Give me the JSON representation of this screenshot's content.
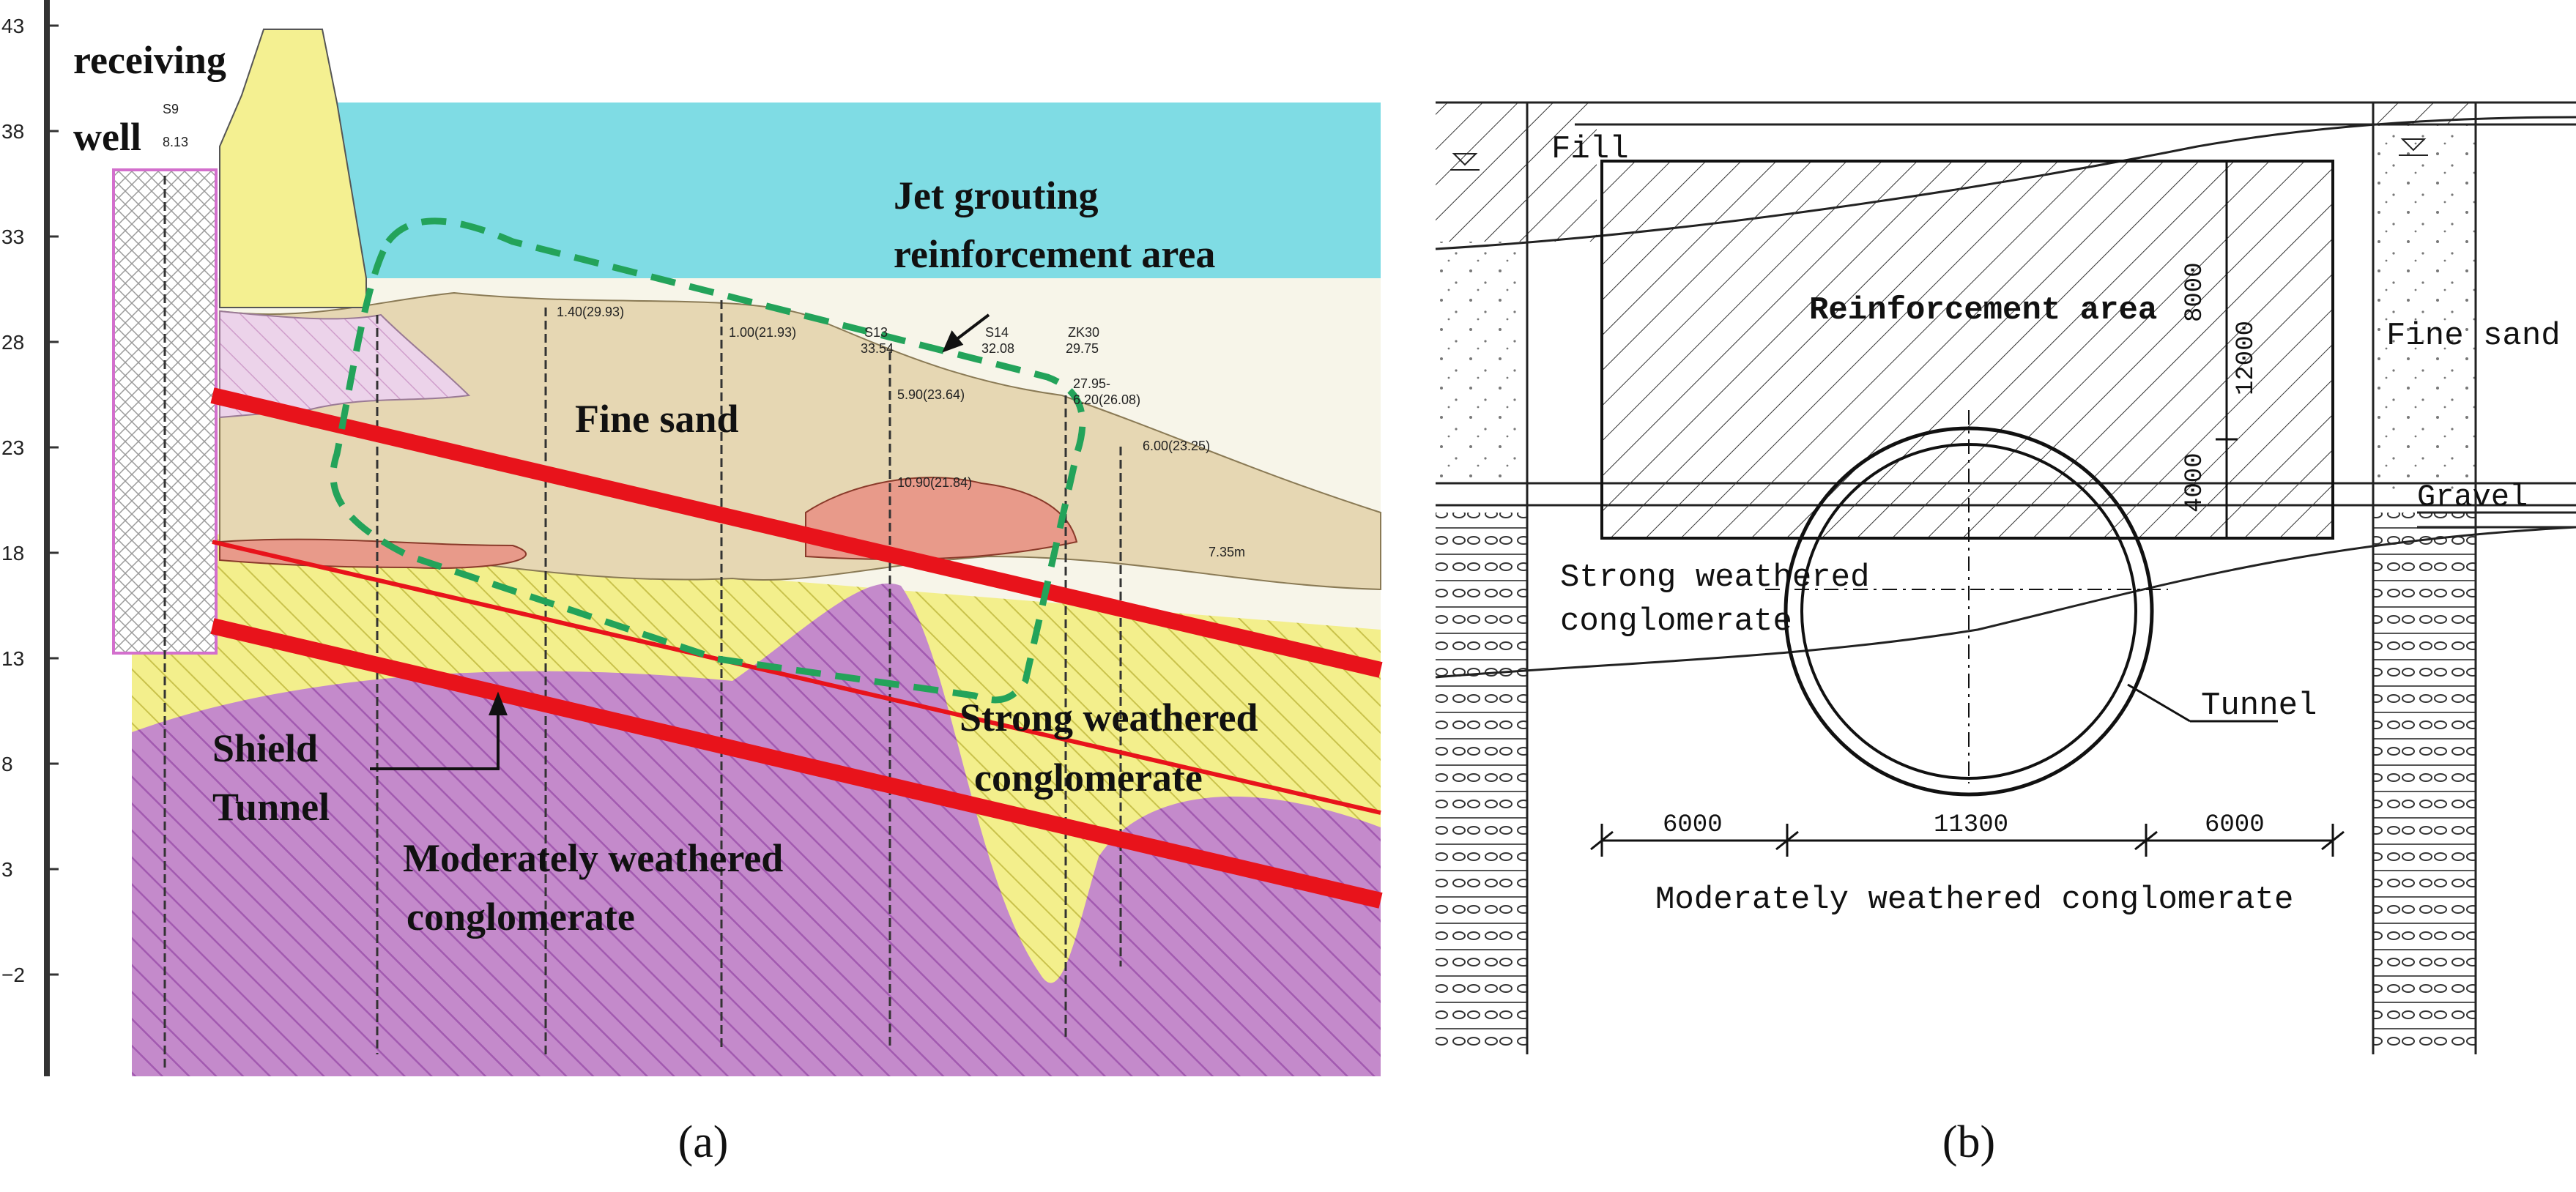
{
  "panel_a": {
    "caption": "(a)",
    "y_axis_ticks": [
      "43",
      "38",
      "33",
      "28",
      "23",
      "18",
      "13",
      "8",
      "3",
      "−2"
    ],
    "labels": {
      "receiving_well_1": "receiving",
      "receiving_well_2": "well",
      "jet_grouting_1": "Jet grouting",
      "jet_grouting_2": "reinforcement area",
      "fine_sand": "Fine sand",
      "strong_1": "Strong weathered",
      "strong_2": "conglomerate",
      "shield_1": "Shield",
      "shield_2": "Tunnel",
      "moderate_1": "Moderately weathered",
      "moderate_2": "conglomerate"
    },
    "borehole_labels": [
      {
        "id": "S13",
        "elev": "33.54"
      },
      {
        "id": "S14",
        "elev": "32.08"
      },
      {
        "id": "ZK30",
        "elev": "29.75"
      }
    ],
    "small_notes": [
      "1.40(29.93)",
      "1.00(21.93)",
      "5.90(23.64)",
      "27.95-",
      "6.20(26.08)",
      "6.00(23.25)",
      "10.90(21.84)",
      "S9",
      "8.13",
      "7.35m"
    ],
    "colors": {
      "sky": "#7fdce4",
      "fine_sand": "#e6d7b3",
      "yellow_layer": "#f3ef8c",
      "pink_layer": "#e9bde6",
      "gravel_red": "#e89a8a",
      "moderate_purple": "#c48acb",
      "tunnel_red": "#e8131b",
      "jet_green": "#23a35a"
    }
  },
  "panel_b": {
    "caption": "(b)",
    "labels": {
      "fill": "Fill",
      "reinforcement": "Reinforcement area",
      "fine_sand": "Fine sand",
      "gravel": "Gravel",
      "strong_1": "Strong weathered",
      "strong_2": "conglomerate",
      "tunnel": "Tunnel",
      "moderate": "Moderately weathered conglomerate"
    },
    "dimensions": {
      "left_width": "6000",
      "tunnel_width": "11300",
      "right_width": "6000",
      "upper_height": "8000",
      "total_height": "12000",
      "lower_height": "4000"
    }
  }
}
